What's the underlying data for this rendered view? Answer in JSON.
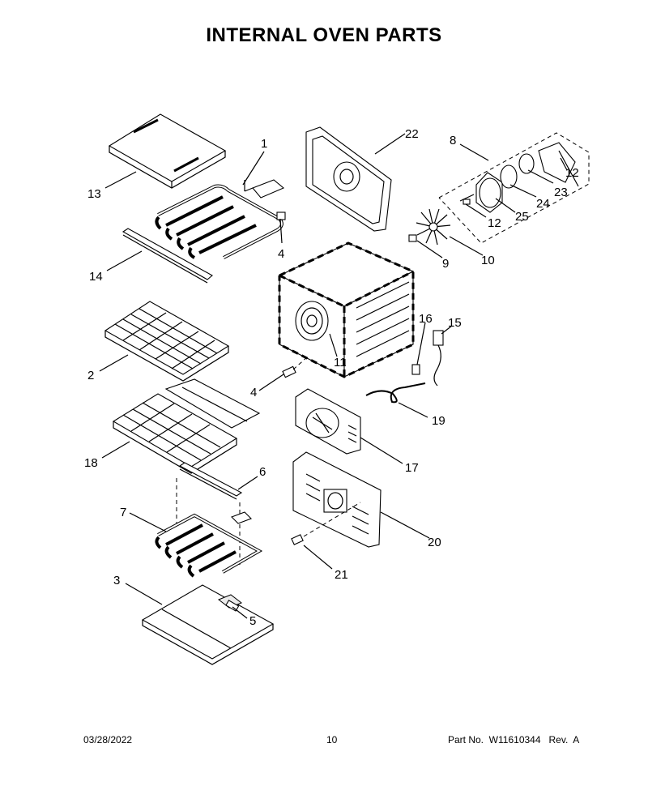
{
  "title": "INTERNAL OVEN PARTS",
  "callouts": [
    "1",
    "2",
    "3",
    "4",
    "4",
    "5",
    "6",
    "7",
    "8",
    "9",
    "10",
    "11",
    "12",
    "12",
    "13",
    "14",
    "15",
    "16",
    "17",
    "18",
    "19",
    "20",
    "21",
    "22",
    "23",
    "24",
    "25"
  ],
  "footer": {
    "date": "03/28/2022",
    "page": "10",
    "part_no": "Part No.  W11610344   Rev.  A"
  }
}
